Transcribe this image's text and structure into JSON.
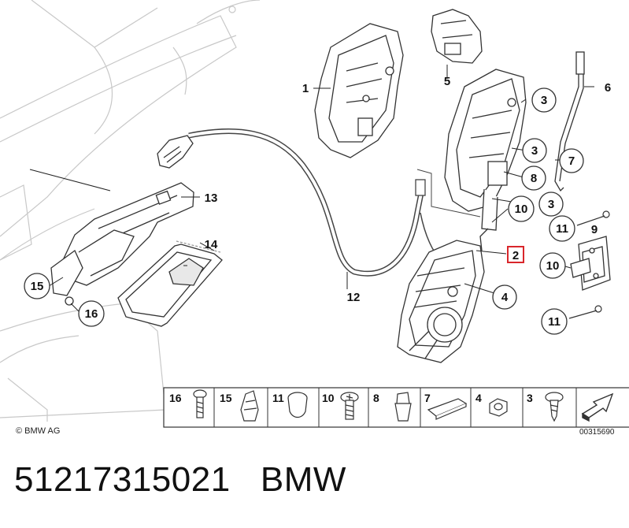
{
  "diagram": {
    "callouts": [
      {
        "id": "1",
        "label": "1"
      },
      {
        "id": "2",
        "label": "2",
        "highlight_color": "#d9262b"
      },
      {
        "id": "3a",
        "label": "3"
      },
      {
        "id": "3b",
        "label": "3"
      },
      {
        "id": "3c",
        "label": "3"
      },
      {
        "id": "4",
        "label": "4"
      },
      {
        "id": "5",
        "label": "5"
      },
      {
        "id": "6",
        "label": "6"
      },
      {
        "id": "7",
        "label": "7"
      },
      {
        "id": "8",
        "label": "8"
      },
      {
        "id": "9",
        "label": "9"
      },
      {
        "id": "10a",
        "label": "10"
      },
      {
        "id": "10b",
        "label": "10"
      },
      {
        "id": "11a",
        "label": "11"
      },
      {
        "id": "11b",
        "label": "11"
      },
      {
        "id": "12",
        "label": "12"
      },
      {
        "id": "13",
        "label": "13"
      },
      {
        "id": "14",
        "label": "14"
      },
      {
        "id": "15",
        "label": "15"
      },
      {
        "id": "16",
        "label": "16"
      }
    ],
    "hardware_table": [
      "16",
      "15",
      "11",
      "10",
      "8",
      "7",
      "4",
      "3"
    ]
  },
  "copyright": "© BMW AG",
  "image_number": "00315690",
  "footer": {
    "part_number": "51217315021",
    "brand": "BMW"
  }
}
